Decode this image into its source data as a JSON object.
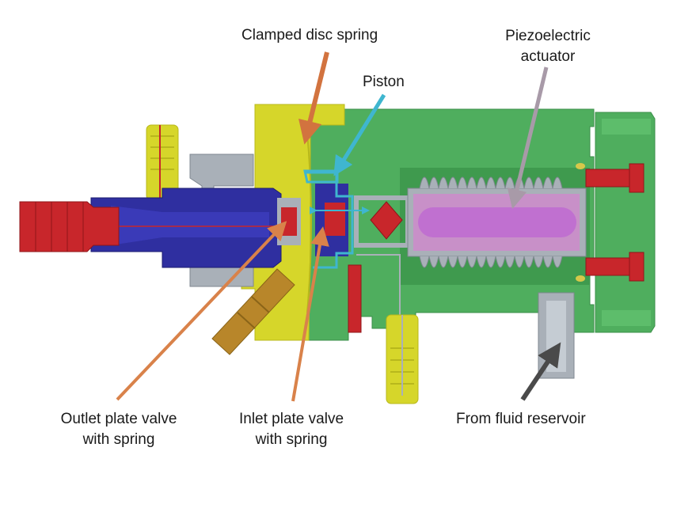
{
  "labels": {
    "clamped_disc_spring": "Clamped disc spring",
    "piezo_line1": "Piezoelectric",
    "piezo_line2": "actuator",
    "piston": "Piston",
    "outlet_line1": "Outlet plate valve",
    "outlet_line2": "with spring",
    "inlet_line1": "Inlet plate valve",
    "inlet_line2": "with spring",
    "reservoir": "From fluid reservoir"
  },
  "colors": {
    "body_green": "#4fae5e",
    "body_green_dark": "#3b8f49",
    "yellow": "#d6d62a",
    "yellow_dark": "#b8b81c",
    "blue": "#2f2fa0",
    "red": "#c8262b",
    "grey": "#a9b0b8",
    "pink": "#c890c8",
    "purple": "#c070d0",
    "bronze": "#b8862a",
    "arrow_orange": "#d9824a",
    "arrow_disc": "#d2733f",
    "arrow_piston": "#3fb6cf",
    "arrow_piezo": "#a89aa8",
    "arrow_reservoir": "#4a4a4a"
  }
}
